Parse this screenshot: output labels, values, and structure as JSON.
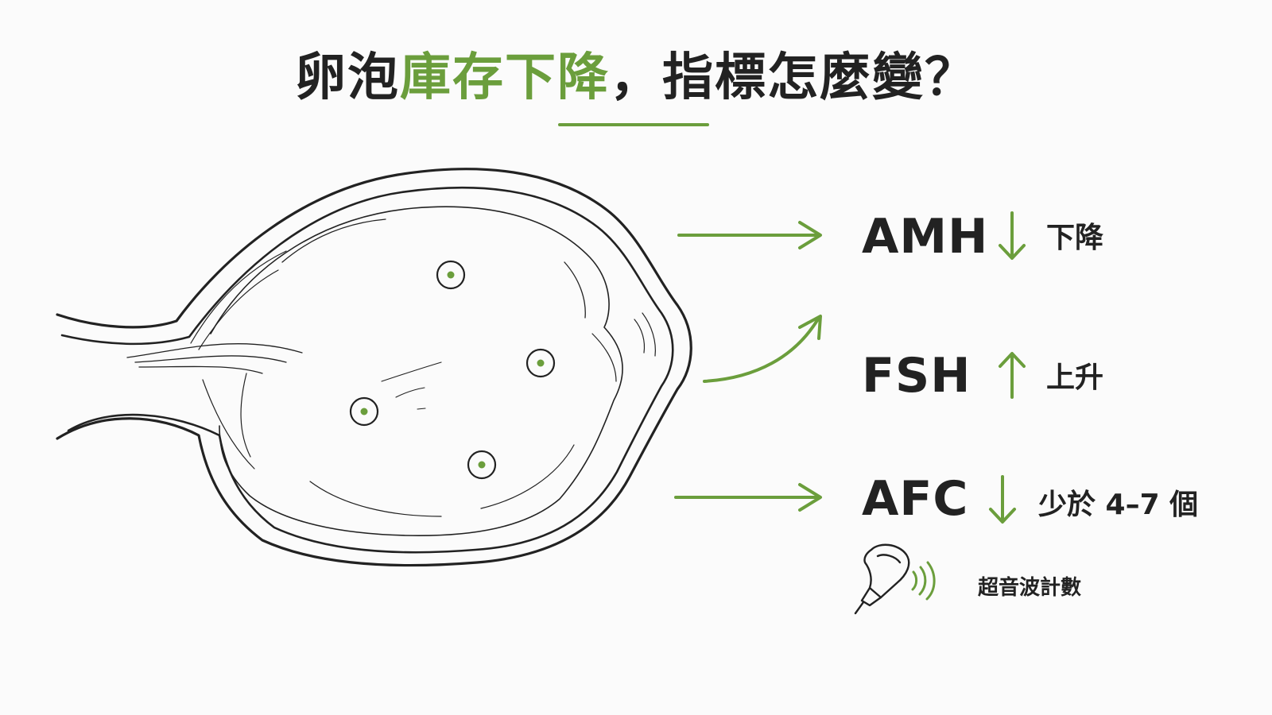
{
  "title": {
    "part1": "卵泡",
    "part2_accent": "庫存下降",
    "part3": "，指標怎麼變？"
  },
  "indicators": [
    {
      "name": "AMH",
      "direction": "down",
      "description": "下降"
    },
    {
      "name": "FSH",
      "direction": "up",
      "description": "上升"
    },
    {
      "name": "AFC",
      "direction": "down",
      "description": "少於 4–7 個"
    }
  ],
  "ultrasound_label": "超音波計數",
  "icons": [
    "ovary-illustration",
    "follicle-icon",
    "arrow-right-icon",
    "curved-arrow-up-icon",
    "down-arrow-icon",
    "up-arrow-icon",
    "ultrasound-probe-icon",
    "sound-wave-icon"
  ],
  "colors": {
    "accent": "#6b9e3c",
    "text": "#222222",
    "line": "#222222",
    "background": "#fbfbfb"
  }
}
